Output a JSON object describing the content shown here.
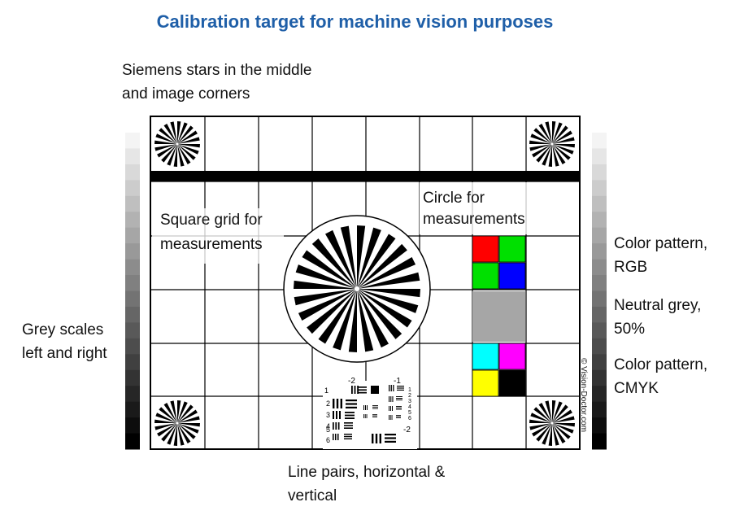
{
  "title": "Calibration target for machine vision purposes",
  "annotations": {
    "siemens_line1": "Siemens stars in the middle",
    "siemens_line2": "and image corners",
    "grid_line1": "Square grid for",
    "grid_line2": "measurements",
    "circle_line1": "Circle for",
    "circle_line2": "measurements",
    "rgb_line1": "Color pattern,",
    "rgb_line2": "RGB",
    "grey_line1": "Neutral grey,",
    "grey_line2": "50%",
    "cmyk_line1": "Color pattern,",
    "cmyk_line2": "CMYK",
    "greyscale_line1": "Grey scales",
    "greyscale_line2": "left and right",
    "linepairs_line1": "Line pairs, horizontal &",
    "linepairs_line2": "vertical"
  },
  "credit": "© Vision-Doctor.com",
  "line_pair_labels": {
    "groups": [
      "-2",
      "-1",
      "1",
      "-2"
    ],
    "left_elements": [
      "2",
      "3",
      "4",
      "5",
      "6"
    ],
    "right_elements": [
      "1",
      "2",
      "3",
      "4",
      "5",
      "6"
    ]
  },
  "color_patches": {
    "rgb": [
      "#ff0000",
      "#00e000",
      "#00e000",
      "#0000ff"
    ],
    "neutral_grey": "#a6a6a6",
    "cmyk": [
      "#00ffff",
      "#ff00ff",
      "#ffff00",
      "#000000"
    ]
  },
  "grey_scale": [
    "#f4f4f4",
    "#e6e6e6",
    "#d9d9d9",
    "#cccccc",
    "#bfbfbf",
    "#b2b2b2",
    "#a6a6a6",
    "#999999",
    "#8c8c8c",
    "#808080",
    "#737373",
    "#666666",
    "#595959",
    "#4d4d4d",
    "#404040",
    "#333333",
    "#262626",
    "#1a1a1a",
    "#0d0d0d",
    "#000000"
  ]
}
